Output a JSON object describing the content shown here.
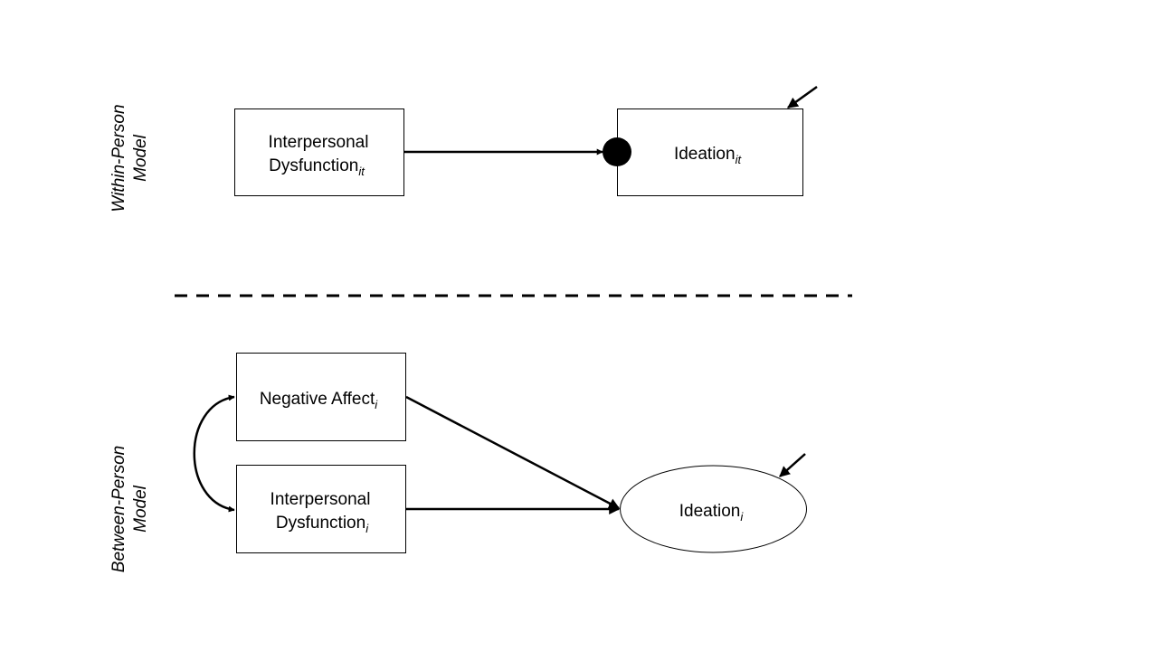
{
  "within": {
    "side_label_1": "Within-Person",
    "side_label_2": "Model",
    "predictor_line1": "Interpersonal",
    "predictor_line2": "Dysfunction",
    "predictor_sub": "it",
    "outcome": "Ideation",
    "outcome_sub": "it"
  },
  "between": {
    "side_label_1": "Between-Person",
    "side_label_2": "Model",
    "affect": "Negative Affect",
    "affect_sub": "i",
    "predictor_line1": "Interpersonal",
    "predictor_line2": "Dysfunction",
    "predictor_sub": "i",
    "outcome": "Ideation",
    "outcome_sub": "i"
  }
}
